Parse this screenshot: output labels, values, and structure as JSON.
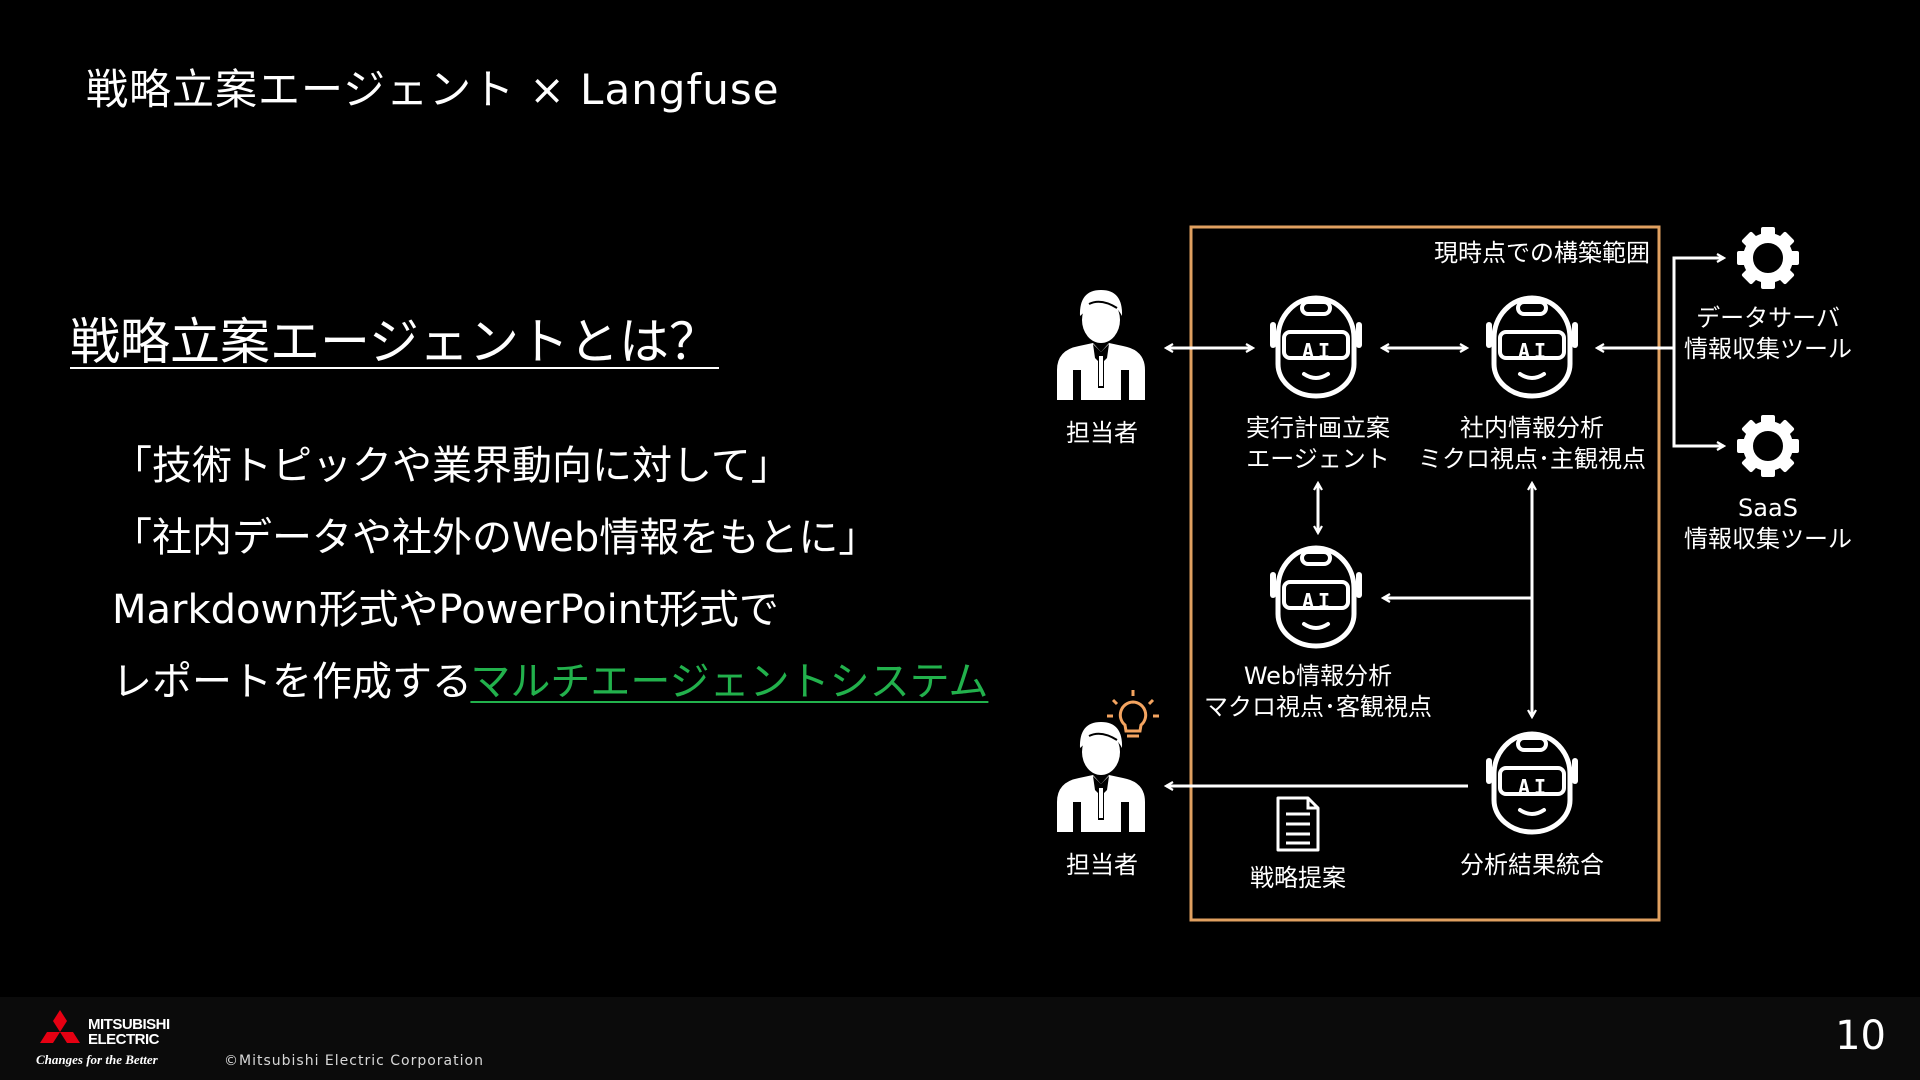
{
  "slide": {
    "title": "戦略立案エージェント × Langfuse",
    "heading": "戦略立案エージェントとは？",
    "lines": [
      "「技術トピックや業界動向に対して」",
      "「社内データや社外のWeb情報をもとに」",
      "Markdown形式やPowerPoint形式で"
    ],
    "last_line_prefix": "レポートを作成する",
    "last_line_link": "マルチエージェントシステム",
    "link_color": "#22b14c"
  },
  "diagram": {
    "scope_label": "現時点での構築範囲",
    "scope_border_color": "#e0a060",
    "person_top_label": "担当者",
    "person_bottom_label": "担当者",
    "agent_exec_line1": "実行計画立案",
    "agent_exec_line2": "エージェント",
    "agent_internal_line1": "社内情報分析",
    "agent_internal_line2": "ミクロ視点･主観視点",
    "agent_web_line1": "Web情報分析",
    "agent_web_line2": "マクロ視点･客観視点",
    "agent_integrate_label": "分析結果統合",
    "document_label": "戦略提案",
    "tool_data_line1": "データサーバ",
    "tool_data_line2": "情報収集ツール",
    "tool_saas_line1": "SaaS",
    "tool_saas_line2": "情報収集ツール",
    "robot_badge": "AI",
    "icons": [
      "person-icon",
      "robot-icon",
      "gear-icon",
      "document-icon",
      "lightbulb-icon"
    ]
  },
  "footer": {
    "logo_line1": "MITSUBISHI",
    "logo_line2": "ELECTRIC",
    "logo_tagline": "Changes for the Better",
    "copyright": "©Mitsubishi Electric Corporation",
    "page_number": "10",
    "logo_color": "#e60012"
  }
}
